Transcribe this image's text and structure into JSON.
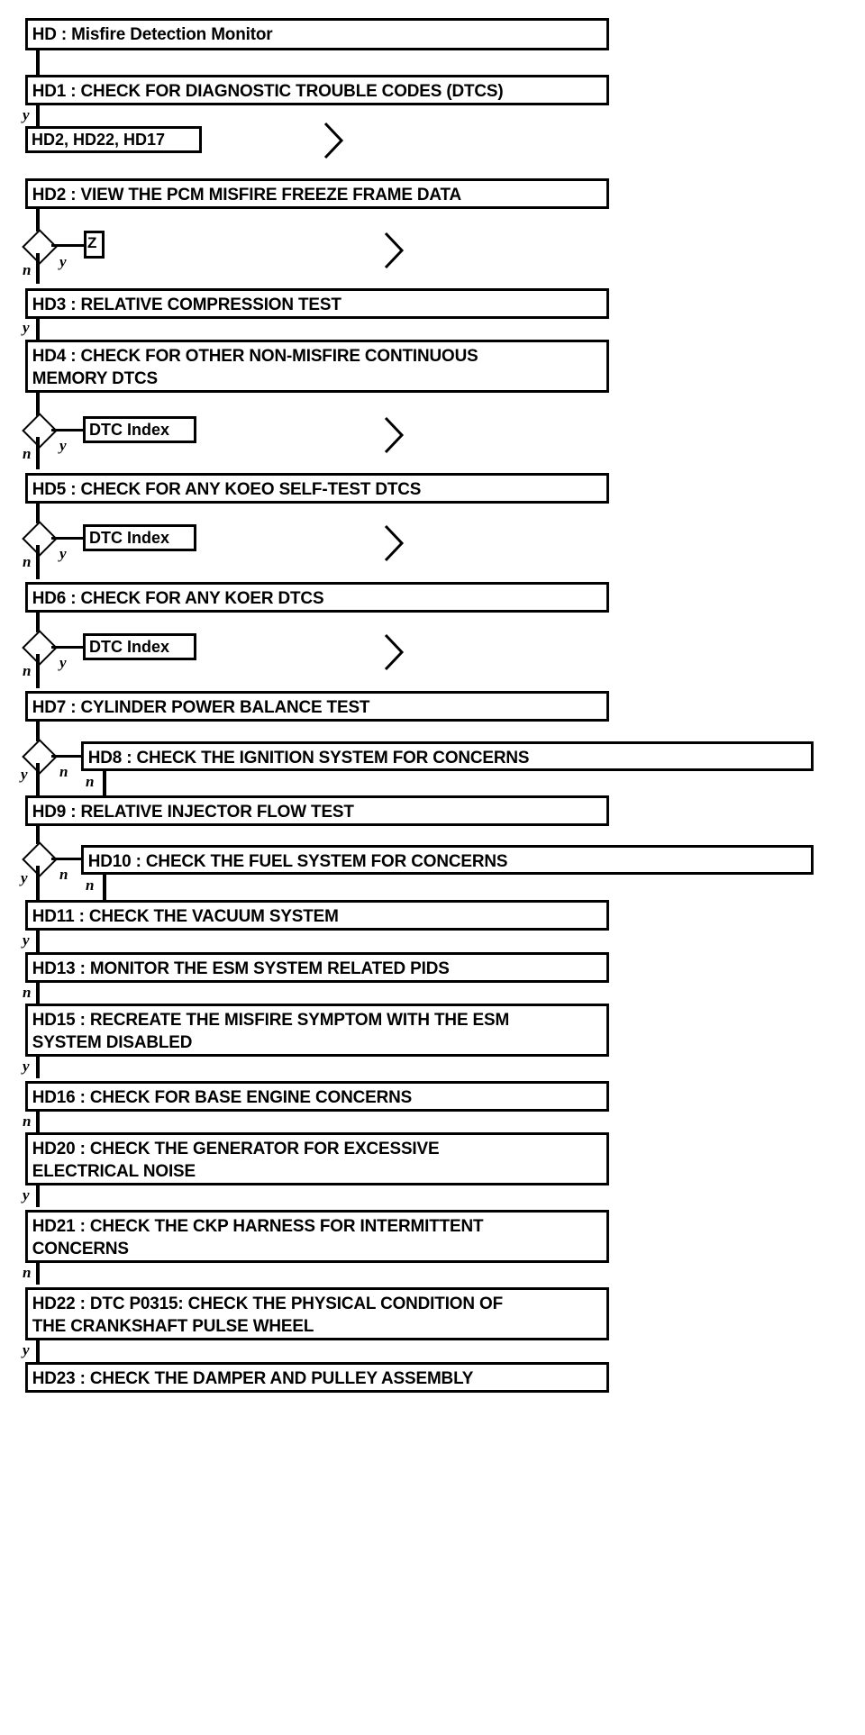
{
  "diagram": {
    "title": "HD : Misfire Detection Monitor",
    "type": "flowchart",
    "colors": {
      "stroke": "#000000",
      "fill": "#ffffff",
      "text": "#000000"
    },
    "nodes": [
      {
        "id": "HD",
        "label": "HD : Misfire Detection Monitor"
      },
      {
        "id": "HD1",
        "label": "HD1 : CHECK FOR DIAGNOSTIC TROUBLE CODES (DTCS)"
      },
      {
        "id": "HD2",
        "label": "HD2 : VIEW THE PCM MISFIRE FREEZE FRAME DATA"
      },
      {
        "id": "HD3",
        "label": "HD3 : RELATIVE COMPRESSION TEST"
      },
      {
        "id": "HD4",
        "label": "HD4 : CHECK FOR OTHER NON-MISFIRE CONTINUOUS\nMEMORY DTCS"
      },
      {
        "id": "HD5",
        "label": "HD5 : CHECK FOR ANY KOEO SELF-TEST DTCS"
      },
      {
        "id": "HD6",
        "label": "HD6 : CHECK FOR ANY KOER DTCS"
      },
      {
        "id": "HD7",
        "label": "HD7 : CYLINDER POWER BALANCE TEST"
      },
      {
        "id": "HD8",
        "label": "HD8 : CHECK THE IGNITION SYSTEM FOR CONCERNS"
      },
      {
        "id": "HD9",
        "label": "HD9 : RELATIVE INJECTOR FLOW TEST"
      },
      {
        "id": "HD10",
        "label": "HD10 : CHECK THE FUEL SYSTEM FOR CONCERNS"
      },
      {
        "id": "HD11",
        "label": "HD11 : CHECK THE VACUUM SYSTEM"
      },
      {
        "id": "HD13",
        "label": "HD13 : MONITOR THE ESM SYSTEM RELATED PIDS"
      },
      {
        "id": "HD15",
        "label": "HD15 : RECREATE THE MISFIRE SYMPTOM WITH THE ESM\nSYSTEM DISABLED"
      },
      {
        "id": "HD16",
        "label": "HD16 : CHECK FOR BASE ENGINE CONCERNS"
      },
      {
        "id": "HD20",
        "label": "HD20 : CHECK THE GENERATOR FOR EXCESSIVE\nELECTRICAL NOISE"
      },
      {
        "id": "HD21",
        "label": "HD21 : CHECK THE CKP HARNESS FOR INTERMITTENT\nCONCERNS"
      },
      {
        "id": "HD22",
        "label": "HD22 : DTC P0315: CHECK THE PHYSICAL CONDITION OF\nTHE CRANKSHAFT PULSE WHEEL"
      },
      {
        "id": "HD23",
        "label": "HD23 : CHECK THE DAMPER AND PULLEY ASSEMBLY"
      }
    ],
    "references": [
      {
        "id": "ref-hd1",
        "label": "HD2, HD22, HD17"
      },
      {
        "id": "ref-hd2",
        "label": "Z"
      },
      {
        "id": "ref-hd4",
        "label": "DTC Index"
      },
      {
        "id": "ref-hd5",
        "label": "DTC Index"
      },
      {
        "id": "ref-hd6",
        "label": "DTC Index"
      }
    ],
    "branch_labels": {
      "hd1_y": "y",
      "hd2_n": "n",
      "hd2_y": "y",
      "hd3_y": "y",
      "hd4_n": "n",
      "hd4_y": "y",
      "hd5_n": "n",
      "hd5_y": "y",
      "hd6_n": "n",
      "hd6_y": "y",
      "hd7_y": "y",
      "hd7_n": "n",
      "hd8_n": "n",
      "hd9_y": "y",
      "hd9_n": "n",
      "hd10_n": "n",
      "hd11_y": "y",
      "hd13_n": "n",
      "hd15_y": "y",
      "hd16_n": "n",
      "hd20_y": "y",
      "hd21_n": "n",
      "hd22_y": "y"
    }
  }
}
